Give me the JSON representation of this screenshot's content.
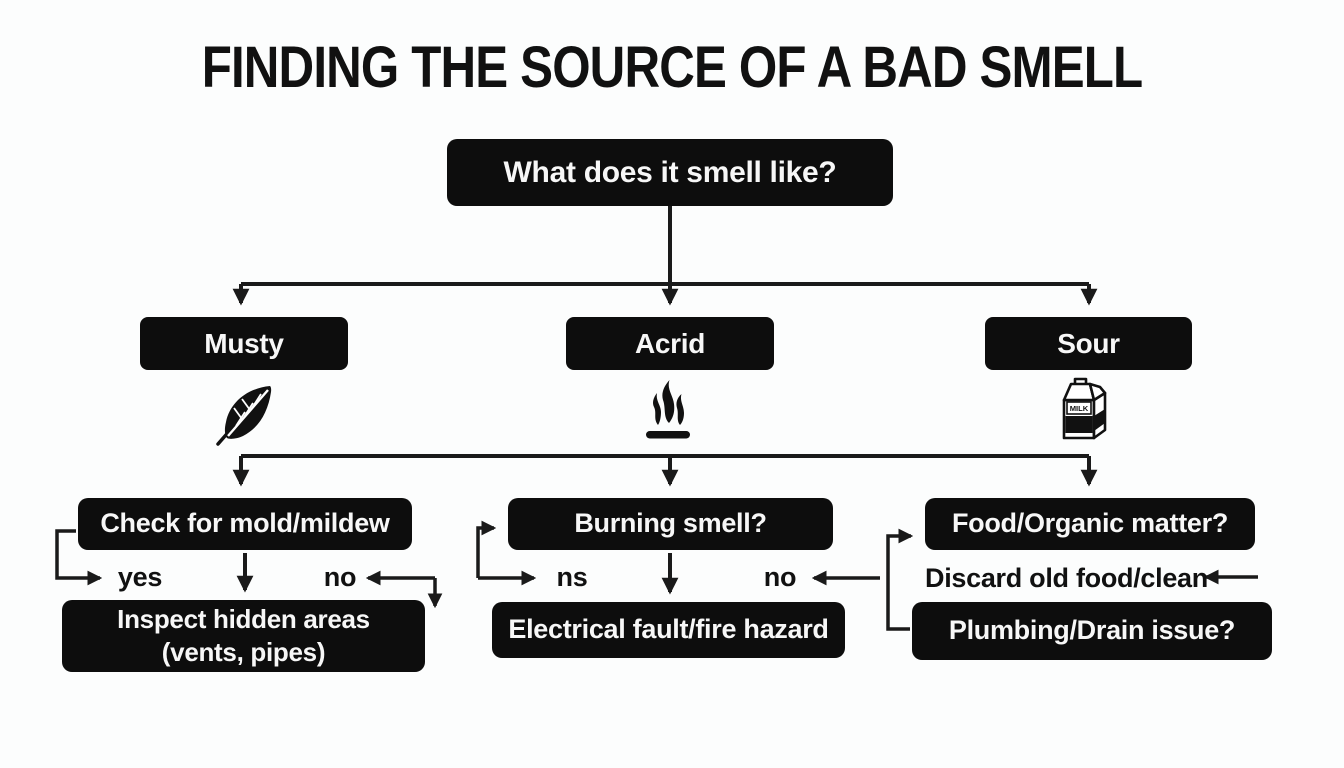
{
  "title": "FINDING THE SOURCE OF A BAD SMELL",
  "root": {
    "question": "What does it smell like?"
  },
  "branches": [
    {
      "id": "musty",
      "label": "Musty",
      "icon": "leaf-icon",
      "question": "Check for mold/mildew",
      "yes_label": "yes",
      "no_label": "no",
      "result_line1": "Inspect hidden areas",
      "result_line2": "(vents, pipes)"
    },
    {
      "id": "acrid",
      "label": "Acrid",
      "icon": "flame-icon",
      "question": "Burning smell?",
      "yes_label": "ns",
      "no_label": "no",
      "result_line1": "Electrical fault/fire hazard"
    },
    {
      "id": "sour",
      "label": "Sour",
      "icon": "milk-carton-icon",
      "question": "Food/Organic matter?",
      "action_label": "Discard old food/clean",
      "result_line1": "Plumbing/Drain issue?",
      "carton_text": "MILK"
    }
  ],
  "colors": {
    "background": "#fcfdfd",
    "box_bg": "#0d0d0d",
    "box_text": "#f7f7f7",
    "line": "#1a1a1a",
    "title_text": "#111111"
  }
}
